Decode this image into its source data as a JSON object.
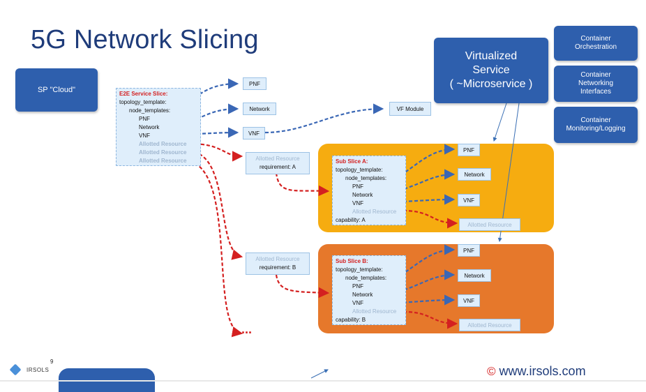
{
  "title": "5G Network Slicing",
  "sp_cloud": "SP \"Cloud\"",
  "virtualized_service": [
    "Virtualized",
    "Service",
    "( ~Microservice )"
  ],
  "container_boxes": [
    [
      "Container",
      "Orchestration"
    ],
    [
      "Container",
      "Networking",
      "Interfaces"
    ],
    [
      "Container",
      "Monitoring/Logging"
    ]
  ],
  "e2e": {
    "header": "E2E Service Slice:",
    "lines": [
      "topology_template:",
      "node_templates:",
      "PNF",
      "Network",
      "VNF"
    ],
    "allotted": [
      "Allotted Resource",
      "Allotted Resource",
      "Allotted Resource"
    ]
  },
  "top_nodes": {
    "pnf": "PNF",
    "network": "Network",
    "vnf": "VNF",
    "vf_module": "VF Module"
  },
  "allotted_a": {
    "title": "Allotted Resource",
    "req": "requirement: A"
  },
  "allotted_b": {
    "title": "Allotted Resource",
    "req": "requirement: B"
  },
  "slice_a": {
    "header": "Sub Slice A:",
    "lines": [
      "topology_template:",
      "node_templates:",
      "PNF",
      "Network",
      "VNF",
      "Allotted Resource"
    ],
    "capability": "capability: A",
    "nodes": [
      "PNF",
      "Network",
      "VNF",
      "Allotted Resource"
    ]
  },
  "slice_b": {
    "header": "Sub Slice B:",
    "lines": [
      "topology_template:",
      "node_templates:",
      "PNF",
      "Network",
      "VNF",
      "Allotted Resource"
    ],
    "capability": "capability: B",
    "nodes": [
      "PNF",
      "Network",
      "VNF",
      "Allotted Resource"
    ]
  },
  "ellipsis": "...",
  "footer": {
    "page_number": "9",
    "logo_text": "IRSOLS",
    "website": "www.irsols.com",
    "copyright_symbol": "©"
  },
  "colors": {
    "title": "#1f3c7a",
    "blue_box": "#2e5fad",
    "slice_a": "#f6ac10",
    "slice_b": "#e6782b",
    "blue_arrow": "#3a67b5",
    "red_arrow": "#d42020"
  }
}
